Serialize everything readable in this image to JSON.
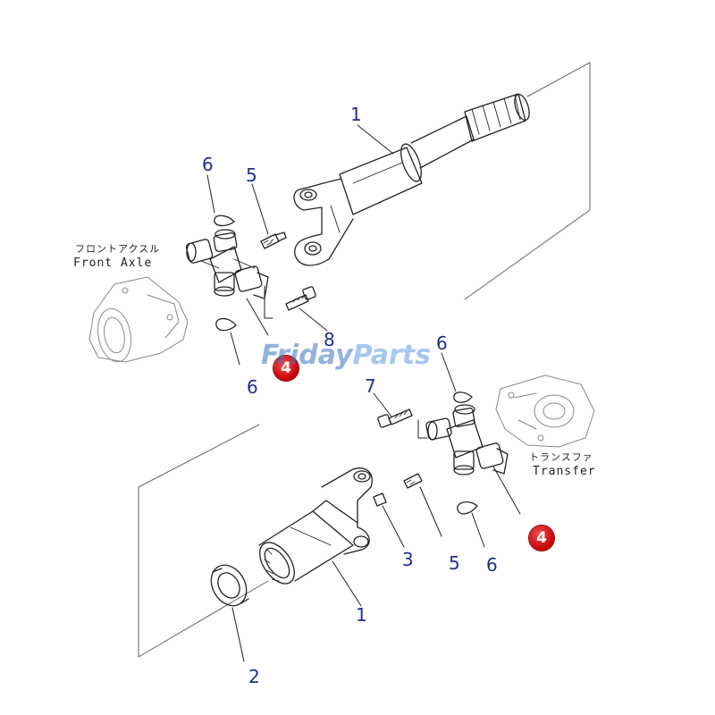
{
  "labels": {
    "front_axle_jp": "フロントアクスル",
    "front_axle_en": "Front Axle",
    "transfer_jp": "トランスファ",
    "transfer_en": "Transfer"
  },
  "callouts": {
    "n1_upper": "1",
    "n5_upper": "5",
    "n6_upper_left": "6",
    "n8": "8",
    "n6_lower_left": "6",
    "n4_upper_badge": "4",
    "n6_upper_right": "6",
    "n7": "7",
    "n4_lower_badge": "4",
    "n3": "3",
    "n5_lower": "5",
    "n6_lower_right": "6",
    "n1_lower": "1",
    "n2": "2"
  },
  "watermark": {
    "part1": "Friday",
    "part2": "Parts"
  },
  "colors": {
    "callout_text": "#1e2f8f",
    "badge": "#c40000",
    "line_art": "#222222",
    "faint_art": "#8a8a8a"
  }
}
